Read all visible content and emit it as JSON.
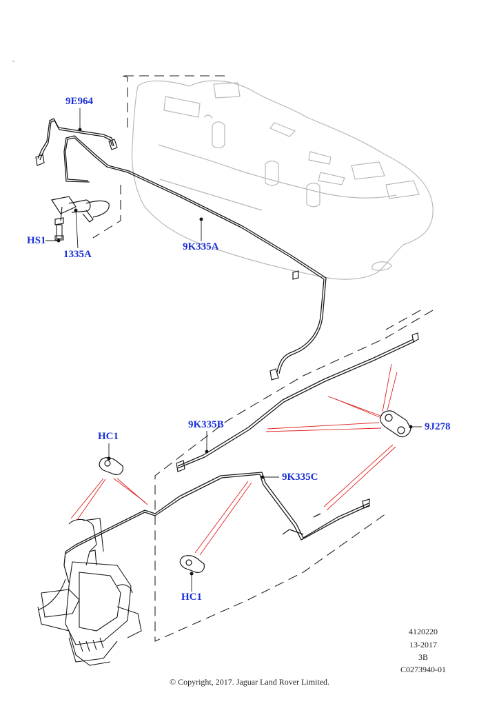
{
  "callouts": {
    "c_9e964": "9E964",
    "c_hs1": "HS1",
    "c_1335a": "1335A",
    "c_9k335a": "9K335A",
    "c_9k335b": "9K335B",
    "c_9j278": "9J278",
    "c_hc1_top": "HC1",
    "c_9k335c": "9K335C",
    "c_hc1_bottom": "HC1"
  },
  "footer": {
    "line1": "4120220",
    "line2": "13-2017",
    "line3": "3B",
    "line4": "C0273940-01",
    "copyright": "© Copyright, 2017. Jaguar Land Rover Limited."
  },
  "colors": {
    "callout_text": "#1a2fd8",
    "leader_red": "#e02020",
    "line_dark": "#1a1a1a",
    "line_light": "#b8b8b8"
  }
}
